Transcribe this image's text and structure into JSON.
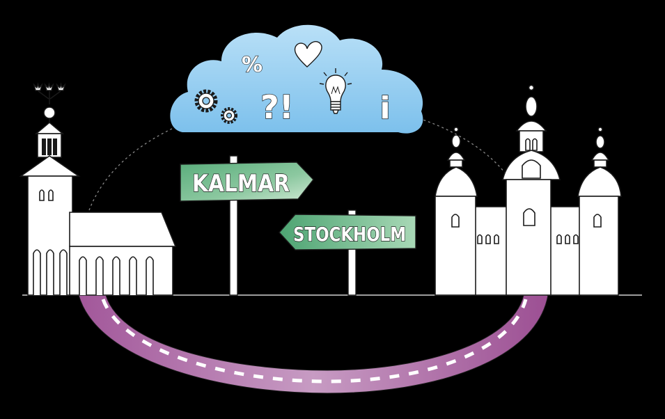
{
  "signs": {
    "sign_1": "KALMAR",
    "sign_2": "STOCKHOLM"
  },
  "cloud": {
    "symbols": {
      "percent": "%",
      "question_exclaim": "?!",
      "info": "i"
    },
    "icons": [
      "gears-icon",
      "percent-icon",
      "question-exclaim-icon",
      "heart-icon",
      "lightbulb-icon",
      "info-icon"
    ]
  },
  "buildings": [
    "church-with-tower-left",
    "castle-with-towers-right"
  ],
  "colors": {
    "background": "#000000",
    "cloud": "#8ecaf0",
    "sign": "#6db98a",
    "road": "#a05597",
    "building": "#ffffff"
  }
}
